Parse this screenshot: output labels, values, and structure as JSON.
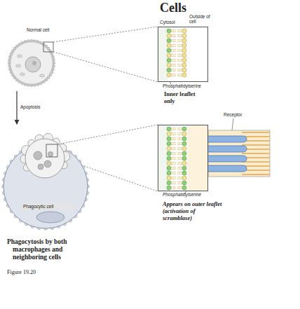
{
  "diagram": {
    "title": "Cells",
    "caption": "Figure 19.20",
    "nodes": [
      {
        "text": [
          "Normal cell"
        ]
      },
      {
        "text": [
          "Phosphatidylserine",
          "Inner leaflet only"
        ]
      },
      {
        "text": [
          "Phagocytic cell"
        ]
      },
      {
        "text": [
          "Phosphatidylserine",
          "Appears on outer leaflet (activation of scramblase)"
        ]
      }
    ],
    "edges": [
      {
        "from": 0,
        "to": 2,
        "label": "Apoptosis",
        "arrow": "to"
      },
      {
        "from": 0,
        "to": 1,
        "arrow": "none"
      },
      {
        "from": 2,
        "to": 3,
        "arrow": "none"
      }
    ],
    "labels": [
      "Outside of cell",
      "Cytosol",
      "Receptor",
      "Phagocytosis by both macrophages and neighboring cells"
    ]
  }
}
